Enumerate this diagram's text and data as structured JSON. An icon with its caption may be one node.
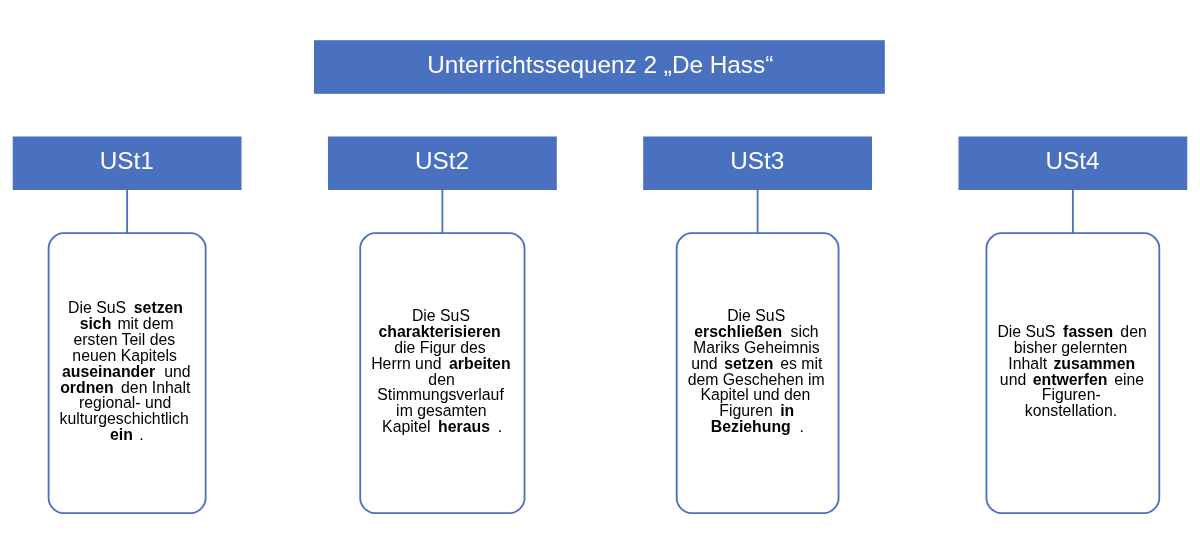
{
  "diagram": {
    "nodes": [
      {
        "text": [
          "Unterrichtssequenz 2 „De Hass“"
        ]
      },
      {
        "text": [
          "USt1"
        ]
      },
      {
        "text": [
          "USt2"
        ]
      },
      {
        "text": [
          "USt3"
        ]
      },
      {
        "text": [
          "USt4"
        ]
      },
      {
        "text": [
          "Die SuS **setzen sich** mit dem ersten Teil des neuen Kapitels **auseinander** und **ordnen** den Inhalt regional- und kulturgeschichtlich **ein**."
        ]
      },
      {
        "text": [
          "Die SuS **charakterisieren** die Figur des Herrn und **arbeiten** den Stimmungsverlauf im gesamten Kapitel **heraus**."
        ]
      },
      {
        "text": [
          "Die SuS **erschließen** sich Mariks Geheimnis und **setzen** es mit dem Geschehen im Kapitel und den Figuren **in Beziehung**."
        ]
      },
      {
        "text": [
          "Die SuS **fassen** den bisher gelernten Inhalt **zusammen** und **entwerfen** eine Figuren- konstellation."
        ]
      }
    ],
    "edges": [
      {
        "from": 1,
        "to": 5,
        "arrow": "none"
      },
      {
        "from": 2,
        "to": 6,
        "arrow": "none"
      },
      {
        "from": 3,
        "to": 7,
        "arrow": "none"
      },
      {
        "from": 4,
        "to": 8,
        "arrow": "none"
      }
    ]
  }
}
